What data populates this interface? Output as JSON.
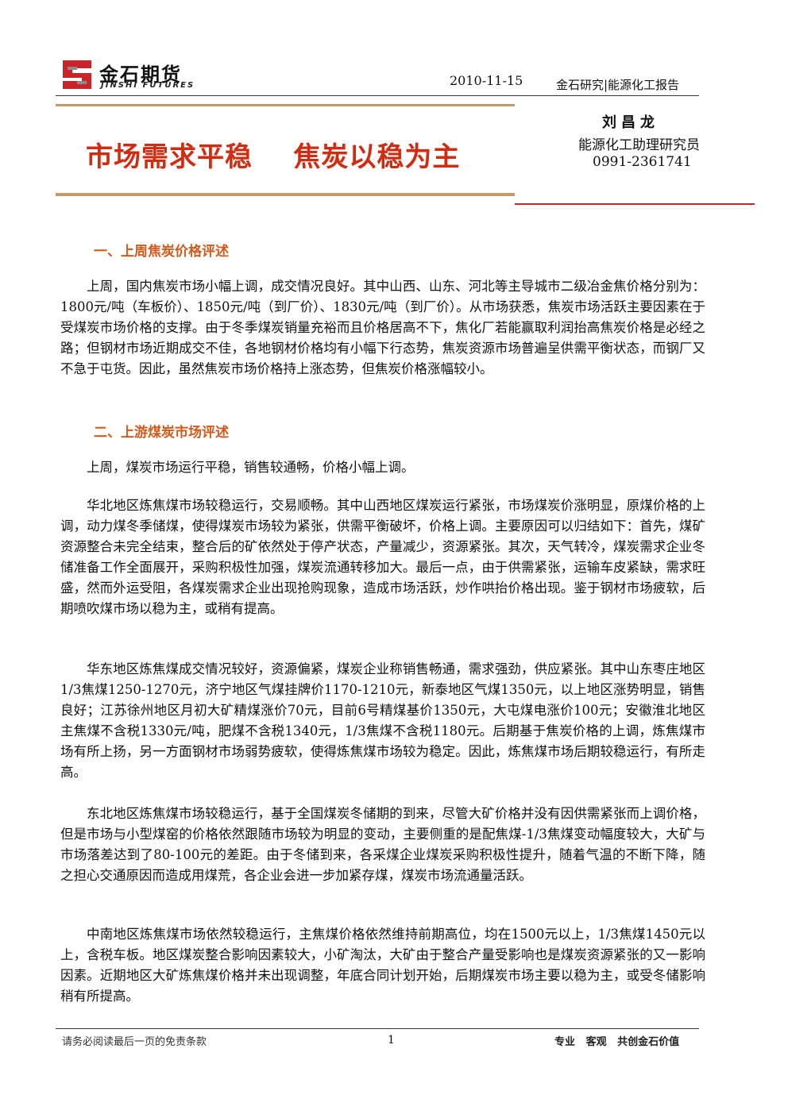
{
  "header": {
    "logo_cn": "金石期货",
    "logo_en": "JINSHI FUTURES",
    "date": "2010-11-15",
    "department": "金石研究|能源化工报告"
  },
  "title": "市场需求平稳    焦炭以稳为主",
  "author": {
    "name": "刘昌龙",
    "title": "能源化工助理研究员",
    "phone": "0991-2361741"
  },
  "sections": [
    {
      "heading": "一、上周焦炭价格评述",
      "paragraphs": [
        "上周，国内焦炭市场小幅上调，成交情况良好。其中山西、山东、河北等主导城市二级冶金焦价格分别为：1800元/吨（车板价）、1850元/吨（到厂价）、1830元/吨（到厂价）。从市场获悉，焦炭市场活跃主要因素在于受煤炭市场价格的支撑。由于冬季煤炭销量充裕而且价格居高不下，焦化厂若能赢取利润抬高焦炭价格是必经之路；但钢材市场近期成交不佳，各地钢材价格均有小幅下行态势，焦炭资源市场普遍呈供需平衡状态，而钢厂又不急于屯货。因此，虽然焦炭市场价格持上涨态势，但焦炭价格涨幅较小。"
      ]
    },
    {
      "heading": "二、上游煤炭市场评述",
      "paragraphs": [
        "上周，煤炭市场运行平稳，销售较通畅，价格小幅上调。",
        "华北地区炼焦煤市场较稳运行，交易顺畅。其中山西地区煤炭运行紧张，市场煤炭价涨明显，原煤价格的上调，动力煤冬季储煤，使得煤炭市场较为紧张，供需平衡破坏，价格上调。主要原因可以归结如下：首先，煤矿资源整合未完全结束，整合后的矿依然处于停产状态，产量减少，资源紧张。其次，天气转冷，煤炭需求企业冬储准备工作全面展开，采购积极性加强，煤炭流通转移加大。最后一点，由于供需紧张，运输车皮紧缺，需求旺盛，然而外运受阻，各煤炭需求企业出现抢购现象，造成市场活跃，炒作哄抬价格出现。鉴于钢材市场疲软，后期喷吹煤市场以稳为主，或稍有提高。",
        "华东地区炼焦煤成交情况较好，资源偏紧，煤炭企业称销售畅通，需求强劲，供应紧张。其中山东枣庄地区1/3焦煤1250-1270元，济宁地区气煤挂牌价1170-1210元，新泰地区气煤1350元，以上地区涨势明显，销售良好；江苏徐州地区月初大矿精煤涨价70元，目前6号精煤基价1350元，大屯煤电涨价100元；安徽淮北地区主焦煤不含税1330元/吨，肥煤不含税1340元，1/3焦煤不含税1180元。后期基于焦炭价格的上调，炼焦煤市场有所上扬，另一方面钢材市场弱势疲软，使得炼焦煤市场较为稳定。因此，炼焦煤市场后期较稳运行，有所走高。",
        "东北地区炼焦煤市场较稳运行，基于全国煤炭冬储期的到来，尽管大矿价格并没有因供需紧张而上调价格，但是市场与小型煤窑的价格依然跟随市场较为明显的变动，主要侧重的是配焦煤-1/3焦煤变动幅度较大，大矿与市场落差达到了80-100元的差距。由于冬储到来，各采煤企业煤炭采购积极性提升，随着气温的不断下降，随之担心交通原因而造成用煤荒，各企业会进一步加紧存煤，煤炭市场流通量活跃。",
        "中南地区炼焦煤市场依然较稳运行，主焦煤价格依然维持前期高位，均在1500元以上，1/3焦煤1450元以上，含税车板。地区煤炭整合影响因素较大，小矿淘汰，大矿由于整合产量受影响也是煤炭资源紧张的又一影响因素。近期地区大矿炼焦煤价格并未出现调整，年底合同计划开始，后期煤炭市场主要以稳为主，或受冬储影响稍有所提高。"
      ]
    }
  ],
  "footer": {
    "disclaimer": "请务必阅读最后一页的免责条款",
    "page": "1",
    "slogan": "专业   客观   共创金石价值"
  },
  "colors": {
    "title_red": "#d22c10",
    "heading_orange": "#d35a1a",
    "tan_rule": "#c59a6a",
    "red_rule": "#c8242a"
  }
}
